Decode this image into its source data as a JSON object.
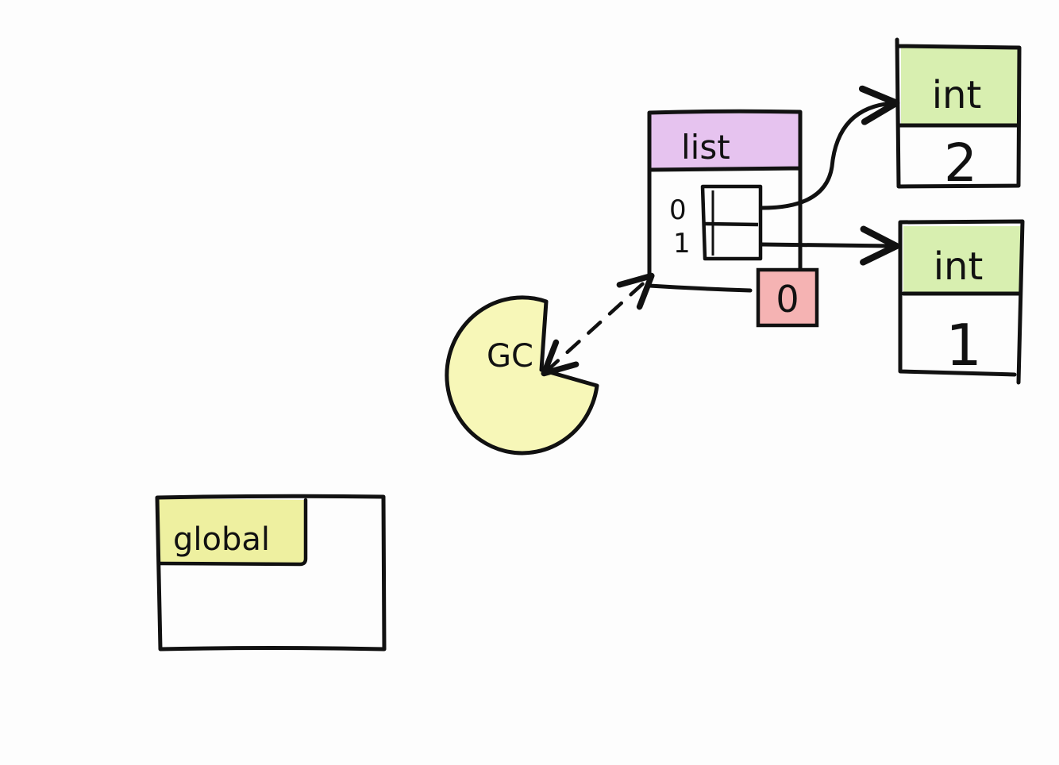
{
  "diagram": {
    "global_frame": {
      "label": "global"
    },
    "list_object": {
      "type_label": "list",
      "index_labels": [
        "0",
        "1"
      ],
      "refcount": "0"
    },
    "int_objects": [
      {
        "type_label": "int",
        "value": "2"
      },
      {
        "type_label": "int",
        "value": "1"
      }
    ],
    "gc": {
      "label": "GC"
    }
  },
  "colors": {
    "global_highlight": "#eef0a0",
    "list_header": "#e6c3ef",
    "int_header": "#d8efb0",
    "refcount_box": "#f5b3b3",
    "gc_body": "#f7f7b8",
    "stroke": "#111111"
  }
}
